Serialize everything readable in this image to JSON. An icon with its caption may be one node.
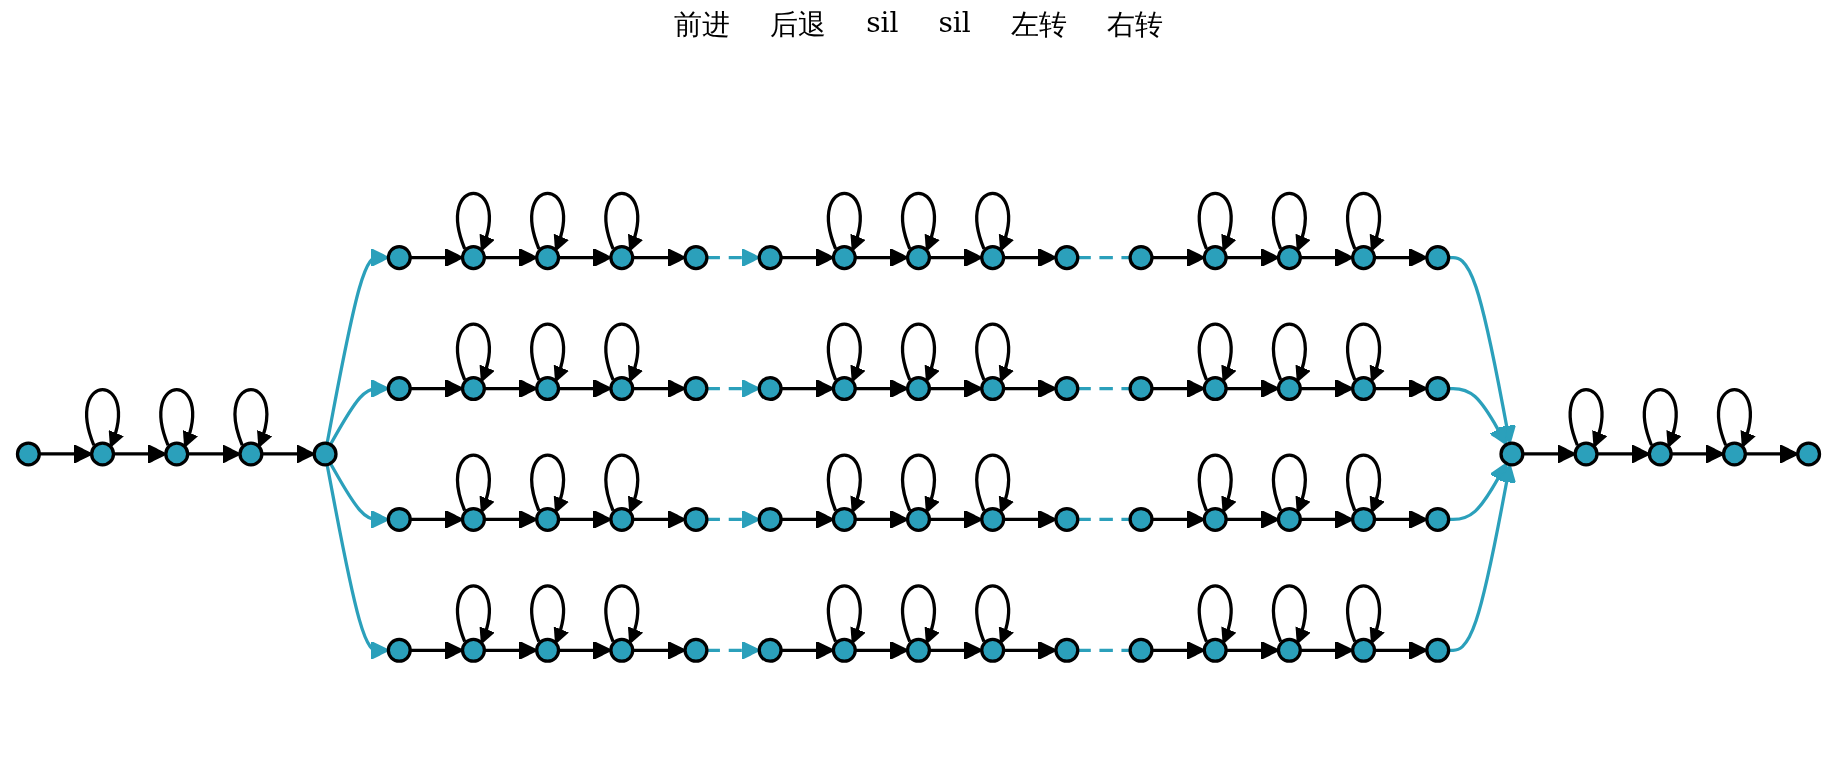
{
  "diagram": {
    "nodes": [
      {
        "text": [],
        "shape": "circle"
      },
      {
        "text": [],
        "shape": "circle"
      },
      {
        "text": [],
        "shape": "circle"
      },
      {
        "text": [],
        "shape": "circle"
      },
      {
        "text": [],
        "shape": "circle"
      },
      {
        "text": [],
        "shape": "circle"
      },
      {
        "text": [],
        "shape": "circle"
      },
      {
        "text": [],
        "shape": "circle"
      },
      {
        "text": [],
        "shape": "circle"
      },
      {
        "text": [],
        "shape": "circle"
      },
      {
        "text": [],
        "shape": "circle"
      },
      {
        "text": [],
        "shape": "circle"
      },
      {
        "text": [],
        "shape": "circle"
      },
      {
        "text": [],
        "shape": "circle"
      },
      {
        "text": [],
        "shape": "circle"
      },
      {
        "text": [],
        "shape": "circle"
      },
      {
        "text": [],
        "shape": "circle"
      },
      {
        "text": [],
        "shape": "circle"
      },
      {
        "text": [],
        "shape": "circle"
      },
      {
        "text": [],
        "shape": "circle"
      },
      {
        "text": [],
        "shape": "circle"
      },
      {
        "text": [],
        "shape": "circle"
      },
      {
        "text": [],
        "shape": "circle"
      },
      {
        "text": [],
        "shape": "circle"
      },
      {
        "text": [],
        "shape": "circle"
      },
      {
        "text": [],
        "shape": "circle"
      },
      {
        "text": [],
        "shape": "circle"
      },
      {
        "text": [],
        "shape": "circle"
      },
      {
        "text": [],
        "shape": "circle"
      },
      {
        "text": [],
        "shape": "circle"
      },
      {
        "text": [],
        "shape": "circle"
      },
      {
        "text": [],
        "shape": "circle"
      },
      {
        "text": [],
        "shape": "circle"
      },
      {
        "text": [],
        "shape": "circle"
      },
      {
        "text": [],
        "shape": "circle"
      },
      {
        "text": [],
        "shape": "circle"
      },
      {
        "text": [],
        "shape": "circle"
      },
      {
        "text": [],
        "shape": "circle"
      },
      {
        "text": [],
        "shape": "circle"
      },
      {
        "text": [],
        "shape": "circle"
      },
      {
        "text": [],
        "shape": "circle"
      },
      {
        "text": [],
        "shape": "circle"
      },
      {
        "text": [],
        "shape": "circle"
      },
      {
        "text": [],
        "shape": "circle"
      },
      {
        "text": [],
        "shape": "circle"
      },
      {
        "text": [],
        "shape": "circle"
      },
      {
        "text": [],
        "shape": "circle"
      },
      {
        "text": [],
        "shape": "circle"
      },
      {
        "text": [],
        "shape": "circle"
      },
      {
        "text": [],
        "shape": "circle"
      },
      {
        "text": [],
        "shape": "circle"
      },
      {
        "text": [],
        "shape": "circle"
      },
      {
        "text": [],
        "shape": "circle"
      },
      {
        "text": [],
        "shape": "circle"
      },
      {
        "text": [],
        "shape": "circle"
      },
      {
        "text": [],
        "shape": "circle"
      },
      {
        "text": [],
        "shape": "circle"
      },
      {
        "text": [],
        "shape": "circle"
      },
      {
        "text": [],
        "shape": "circle"
      },
      {
        "text": [],
        "shape": "circle"
      },
      {
        "text": [],
        "shape": "circle"
      },
      {
        "text": [],
        "shape": "circle"
      },
      {
        "text": [],
        "shape": "circle"
      },
      {
        "text": [],
        "shape": "circle"
      },
      {
        "text": [],
        "shape": "circle"
      },
      {
        "text": [],
        "shape": "circle"
      },
      {
        "text": [],
        "shape": "circle"
      },
      {
        "text": [],
        "shape": "circle"
      },
      {
        "text": [],
        "shape": "circle"
      },
      {
        "text": [],
        "shape": "circle"
      }
    ],
    "edges": [
      {
        "from": 0,
        "to": 1,
        "arrow": "to"
      },
      {
        "from": 1,
        "to": 1,
        "arrow": "to"
      },
      {
        "from": 1,
        "to": 2,
        "arrow": "to"
      },
      {
        "from": 2,
        "to": 2,
        "arrow": "to"
      },
      {
        "from": 2,
        "to": 3,
        "arrow": "to"
      },
      {
        "from": 3,
        "to": 3,
        "arrow": "to"
      },
      {
        "from": 3,
        "to": 4,
        "arrow": "to"
      },
      {
        "from": 4,
        "to": 5,
        "arrow": "to",
        "color": "#2ba0bb"
      },
      {
        "from": 4,
        "to": 20,
        "arrow": "to",
        "color": "#2ba0bb"
      },
      {
        "from": 4,
        "to": 35,
        "arrow": "to",
        "color": "#2ba0bb"
      },
      {
        "from": 4,
        "to": 50,
        "arrow": "to",
        "color": "#2ba0bb"
      },
      {
        "from": 5,
        "to": 6,
        "arrow": "to"
      },
      {
        "from": 6,
        "to": 6,
        "arrow": "to"
      },
      {
        "from": 6,
        "to": 7,
        "arrow": "to"
      },
      {
        "from": 7,
        "to": 7,
        "arrow": "to"
      },
      {
        "from": 7,
        "to": 8,
        "arrow": "to"
      },
      {
        "from": 8,
        "to": 8,
        "arrow": "to"
      },
      {
        "from": 8,
        "to": 9,
        "arrow": "to"
      },
      {
        "from": 9,
        "to": 10,
        "arrow": "to",
        "style": "dashed",
        "color": "#2ba0bb"
      },
      {
        "from": 10,
        "to": 11,
        "arrow": "to"
      },
      {
        "from": 11,
        "to": 11,
        "arrow": "to"
      },
      {
        "from": 11,
        "to": 12,
        "arrow": "to"
      },
      {
        "from": 12,
        "to": 12,
        "arrow": "to"
      },
      {
        "from": 12,
        "to": 13,
        "arrow": "to"
      },
      {
        "from": 13,
        "to": 13,
        "arrow": "to"
      },
      {
        "from": 13,
        "to": 14,
        "arrow": "to"
      },
      {
        "from": 14,
        "to": 15,
        "arrow": "none",
        "style": "dashed",
        "color": "#2ba0bb"
      },
      {
        "from": 15,
        "to": 16,
        "arrow": "to"
      },
      {
        "from": 16,
        "to": 16,
        "arrow": "to"
      },
      {
        "from": 16,
        "to": 17,
        "arrow": "to"
      },
      {
        "from": 17,
        "to": 17,
        "arrow": "to"
      },
      {
        "from": 17,
        "to": 18,
        "arrow": "to"
      },
      {
        "from": 18,
        "to": 18,
        "arrow": "to"
      },
      {
        "from": 18,
        "to": 19,
        "arrow": "to"
      },
      {
        "from": 20,
        "to": 21,
        "arrow": "to"
      },
      {
        "from": 21,
        "to": 21,
        "arrow": "to"
      },
      {
        "from": 21,
        "to": 22,
        "arrow": "to"
      },
      {
        "from": 22,
        "to": 22,
        "arrow": "to"
      },
      {
        "from": 22,
        "to": 23,
        "arrow": "to"
      },
      {
        "from": 23,
        "to": 23,
        "arrow": "to"
      },
      {
        "from": 23,
        "to": 24,
        "arrow": "to"
      },
      {
        "from": 24,
        "to": 25,
        "arrow": "to",
        "style": "dashed",
        "color": "#2ba0bb"
      },
      {
        "from": 25,
        "to": 26,
        "arrow": "to"
      },
      {
        "from": 26,
        "to": 26,
        "arrow": "to"
      },
      {
        "from": 26,
        "to": 27,
        "arrow": "to"
      },
      {
        "from": 27,
        "to": 27,
        "arrow": "to"
      },
      {
        "from": 27,
        "to": 28,
        "arrow": "to"
      },
      {
        "from": 28,
        "to": 28,
        "arrow": "to"
      },
      {
        "from": 28,
        "to": 29,
        "arrow": "to"
      },
      {
        "from": 29,
        "to": 30,
        "arrow": "none",
        "style": "dashed",
        "color": "#2ba0bb"
      },
      {
        "from": 30,
        "to": 31,
        "arrow": "to"
      },
      {
        "from": 31,
        "to": 31,
        "arrow": "to"
      },
      {
        "from": 31,
        "to": 32,
        "arrow": "to"
      },
      {
        "from": 32,
        "to": 32,
        "arrow": "to"
      },
      {
        "from": 32,
        "to": 33,
        "arrow": "to"
      },
      {
        "from": 33,
        "to": 33,
        "arrow": "to"
      },
      {
        "from": 33,
        "to": 34,
        "arrow": "to"
      },
      {
        "from": 35,
        "to": 36,
        "arrow": "to"
      },
      {
        "from": 36,
        "to": 36,
        "arrow": "to"
      },
      {
        "from": 36,
        "to": 37,
        "arrow": "to"
      },
      {
        "from": 37,
        "to": 37,
        "arrow": "to"
      },
      {
        "from": 37,
        "to": 38,
        "arrow": "to"
      },
      {
        "from": 38,
        "to": 38,
        "arrow": "to"
      },
      {
        "from": 38,
        "to": 39,
        "arrow": "to"
      },
      {
        "from": 39,
        "to": 40,
        "arrow": "to",
        "style": "dashed",
        "color": "#2ba0bb"
      },
      {
        "from": 40,
        "to": 41,
        "arrow": "to"
      },
      {
        "from": 41,
        "to": 41,
        "arrow": "to"
      },
      {
        "from": 41,
        "to": 42,
        "arrow": "to"
      },
      {
        "from": 42,
        "to": 42,
        "arrow": "to"
      },
      {
        "from": 42,
        "to": 43,
        "arrow": "to"
      },
      {
        "from": 43,
        "to": 43,
        "arrow": "to"
      },
      {
        "from": 43,
        "to": 44,
        "arrow": "to"
      },
      {
        "from": 44,
        "to": 45,
        "arrow": "none",
        "style": "dashed",
        "color": "#2ba0bb"
      },
      {
        "from": 45,
        "to": 46,
        "arrow": "to"
      },
      {
        "from": 46,
        "to": 46,
        "arrow": "to"
      },
      {
        "from": 46,
        "to": 47,
        "arrow": "to"
      },
      {
        "from": 47,
        "to": 47,
        "arrow": "to"
      },
      {
        "from": 47,
        "to": 48,
        "arrow": "to"
      },
      {
        "from": 48,
        "to": 48,
        "arrow": "to"
      },
      {
        "from": 48,
        "to": 49,
        "arrow": "to"
      },
      {
        "from": 50,
        "to": 51,
        "arrow": "to"
      },
      {
        "from": 51,
        "to": 51,
        "arrow": "to"
      },
      {
        "from": 51,
        "to": 52,
        "arrow": "to"
      },
      {
        "from": 52,
        "to": 52,
        "arrow": "to"
      },
      {
        "from": 52,
        "to": 53,
        "arrow": "to"
      },
      {
        "from": 53,
        "to": 53,
        "arrow": "to"
      },
      {
        "from": 53,
        "to": 54,
        "arrow": "to"
      },
      {
        "from": 54,
        "to": 55,
        "arrow": "to",
        "style": "dashed",
        "color": "#2ba0bb"
      },
      {
        "from": 55,
        "to": 56,
        "arrow": "to"
      },
      {
        "from": 56,
        "to": 56,
        "arrow": "to"
      },
      {
        "from": 56,
        "to": 57,
        "arrow": "to"
      },
      {
        "from": 57,
        "to": 57,
        "arrow": "to"
      },
      {
        "from": 57,
        "to": 58,
        "arrow": "to"
      },
      {
        "from": 58,
        "to": 58,
        "arrow": "to"
      },
      {
        "from": 58,
        "to": 59,
        "arrow": "to"
      },
      {
        "from": 59,
        "to": 60,
        "arrow": "none",
        "style": "dashed",
        "color": "#2ba0bb"
      },
      {
        "from": 60,
        "to": 61,
        "arrow": "to"
      },
      {
        "from": 61,
        "to": 61,
        "arrow": "to"
      },
      {
        "from": 61,
        "to": 62,
        "arrow": "to"
      },
      {
        "from": 62,
        "to": 62,
        "arrow": "to"
      },
      {
        "from": 62,
        "to": 63,
        "arrow": "to"
      },
      {
        "from": 63,
        "to": 63,
        "arrow": "to"
      },
      {
        "from": 63,
        "to": 64,
        "arrow": "to"
      },
      {
        "from": 19,
        "to": 65,
        "arrow": "to",
        "color": "#2ba0bb"
      },
      {
        "from": 34,
        "to": 65,
        "arrow": "to",
        "color": "#2ba0bb"
      },
      {
        "from": 49,
        "to": 65,
        "arrow": "to",
        "color": "#2ba0bb"
      },
      {
        "from": 64,
        "to": 65,
        "arrow": "to",
        "color": "#2ba0bb"
      },
      {
        "from": 65,
        "to": 66,
        "arrow": "to"
      },
      {
        "from": 66,
        "to": 66,
        "arrow": "to"
      },
      {
        "from": 66,
        "to": 67,
        "arrow": "to"
      },
      {
        "from": 67,
        "to": 67,
        "arrow": "to"
      },
      {
        "from": 67,
        "to": 68,
        "arrow": "to"
      },
      {
        "from": 68,
        "to": 68,
        "arrow": "to"
      },
      {
        "from": 68,
        "to": 69,
        "arrow": "to"
      }
    ],
    "labels": [
      "前进",
      "后退",
      "sil",
      "sil",
      "左转",
      "右转"
    ]
  }
}
